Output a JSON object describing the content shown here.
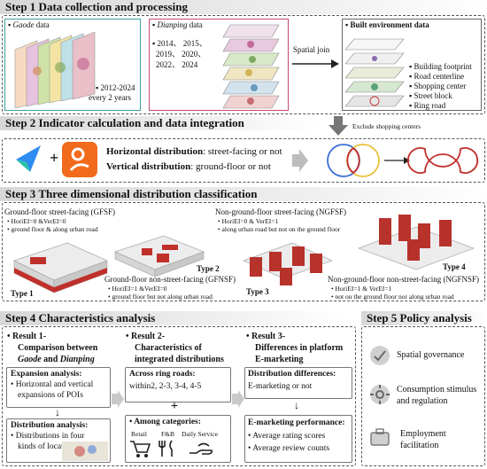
{
  "step1": {
    "title": "Step 1  Data collection and processing",
    "gaode_label": "Gaode",
    "gaode_suffix": " data",
    "gaode_years": "2012-2024",
    "gaode_freq": "every 2 years",
    "dianping_label": "Dianping",
    "dianping_suffix": " data",
    "dianping_years_1": "2014、 2015、",
    "dianping_years_2": "2019、 2020、",
    "dianping_years_3": "2022、 2024",
    "spatial_join": "Spatial join",
    "built_env_title": "Built environment data",
    "built_env_items": [
      "Building footprint",
      "Road centerline",
      "Shopping center",
      "Street block",
      "Ring road"
    ]
  },
  "step2": {
    "title": "Step 2   Indicator calculation and data integration",
    "exclude": "Exclude shopping centers",
    "horizontal_label": "Horizontal distribution",
    "horizontal_value": ": street-facing or not",
    "vertical_label": "Vertical distribution",
    "vertical_value": ": ground-floor or not"
  },
  "step3": {
    "title": "Step 3  Three dimensional distribution classification",
    "gfsf_title": "Ground-floor street-facing (GFSF)",
    "gfsf_rule": "HoriEI=0 &VerEI=0",
    "gfsf_desc": "ground floor & along urban road",
    "ngfsf_title": "Non-ground-floor street-facing (NGFSF)",
    "ngfsf_rule": "HoriEI=0 & VerEI=1",
    "ngfsf_desc": "along urban road but not on the ground floor",
    "gfnsf_title": "Ground-floor non-street-facing (GFNSF)",
    "gfnsf_rule": "HoriEI=1 &VerEI=0",
    "gfnsf_desc": "ground floor but not along urban road",
    "ngfnsf_title": "Non-ground-floor non-street-facing (NGFNSF)",
    "ngfnsf_rule": "HoriEI=1 & VerEI=1",
    "ngfnsf_desc": "not on the ground floor nor along urban road",
    "type1": "Type 1",
    "type2": "Type 2",
    "type3": "Type 3",
    "type4": "Type 4"
  },
  "step4": {
    "title": "Step 4  Characteristics analysis",
    "r1_title": "Result 1-",
    "r1_sub_a": "Comparison between",
    "r1_sub_b_gaode": "Gaode",
    "r1_sub_b_and": " and ",
    "r1_sub_b_dianping": "Dianping",
    "r1_box1_title": "Expansion analysis:",
    "r1_box1_l1": "Horizontal and vertical",
    "r1_box1_l2": "expansions of POIs",
    "r1_box2_title": "Distribution analysis:",
    "r1_box2_l1": "Distributions in four",
    "r1_box2_l2": "kinds of locations",
    "r2_title": "Result 2-",
    "r2_sub_a": "Characteristics of",
    "r2_sub_b": "integrated distributions",
    "r2_box1_title": "Across ring roads:",
    "r2_box1_l1": "within2, 2-3, 3-4, 4-5",
    "r2_box2_title": "Among categories:",
    "r2_cat1": "Retail",
    "r2_cat2": "F&B",
    "r2_cat3": "Daily Service",
    "r3_title": "Result 3-",
    "r3_sub_a": "Differences in platform",
    "r3_sub_b": "E-marketing",
    "r3_box1_title": "Distribution differences:",
    "r3_box1_l1": "E-marketing or not",
    "r3_box2_title": "E-marketing performance:",
    "r3_box2_l1": "Average rating scores",
    "r3_box2_l2": "Average review counts"
  },
  "step5": {
    "title": "Step 5  Policy analysis",
    "items": [
      "Spatial governance",
      "Consumption stimulus",
      "and regulation",
      "Employment",
      "facilitation"
    ]
  },
  "colors": {
    "accent_red": "#c0302b",
    "blue_circle": "#3a6fd8",
    "yellow_circle": "#e8c23a",
    "dash_border": "#555555"
  }
}
